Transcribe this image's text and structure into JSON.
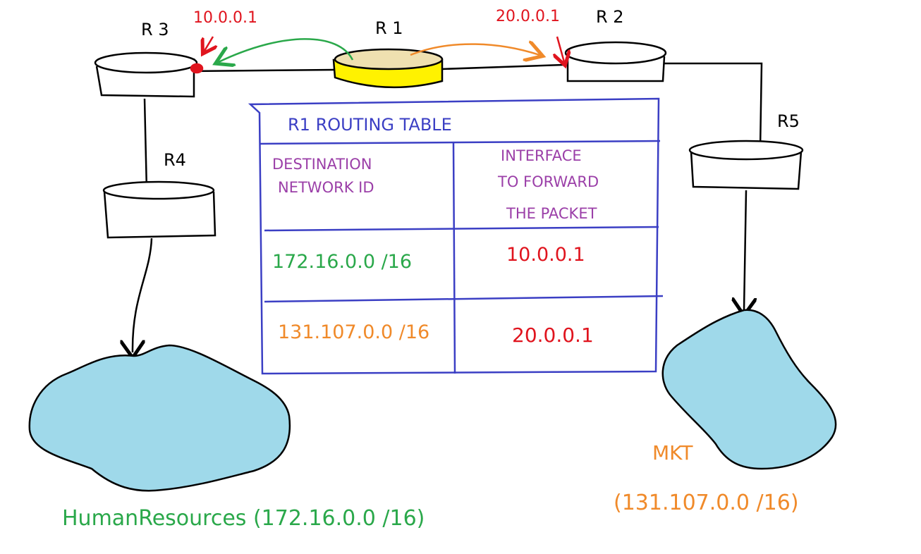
{
  "routers": {
    "r1": {
      "label": "R 1"
    },
    "r2": {
      "label": "R 2"
    },
    "r3": {
      "label": "R 3"
    },
    "r4": {
      "label": "R4"
    },
    "r5": {
      "label": "R5"
    }
  },
  "interfaces": {
    "r3_interface": {
      "ip": "10.0.0.1"
    },
    "r2_interface": {
      "ip": "20.0.0.1"
    }
  },
  "routing_table": {
    "title": "R1 ROUTING TABLE",
    "headers": {
      "destination_line1": "DESTINATION",
      "destination_line2": "NETWORK ID",
      "interface_line1": "INTERFACE",
      "interface_line2": "TO FORWARD",
      "interface_line3": "THE PACKET"
    },
    "rows": [
      {
        "destination": "172.16.0.0 /16",
        "interface": "10.0.0.1"
      },
      {
        "destination": "131.107.0.0 /16",
        "interface": "20.0.0.1"
      }
    ]
  },
  "networks": {
    "hr": {
      "label": "HumanResources (172.16.0.0 /16)"
    },
    "mkt": {
      "name": "MKT",
      "subnet": "(131.107.0.0 /16)"
    }
  },
  "colors": {
    "ink": "#000000",
    "table_border": "#3b3fc4",
    "header_text": "#9b3fa8",
    "green": "#2aa84a",
    "orange": "#f08a2a",
    "red": "#e0141e",
    "cloud_fill": "#9fd9ea",
    "r1_fill": "#fff200",
    "r1_top": "#efe0b0"
  }
}
